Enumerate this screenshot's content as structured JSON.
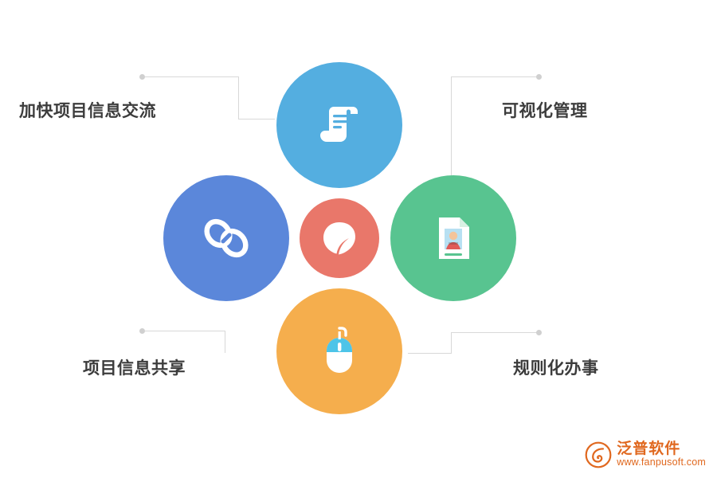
{
  "diagram": {
    "title": "",
    "nodes": [
      {
        "id": "scroll",
        "icon": "scroll-document-icon",
        "color": "#54aee0",
        "position": "top"
      },
      {
        "id": "link",
        "icon": "chain-link-icon",
        "color": "#5b87da",
        "position": "left"
      },
      {
        "id": "idcard",
        "icon": "id-card-icon",
        "color": "#58c490",
        "position": "right"
      },
      {
        "id": "mouse",
        "icon": "computer-mouse-icon",
        "color": "#f5ae4d",
        "position": "bottom"
      },
      {
        "id": "leaf",
        "icon": "leaf-shield-icon",
        "color": "#e9776a",
        "position": "center"
      }
    ],
    "labels": [
      {
        "id": "top-left",
        "text": "加快项目信息交流"
      },
      {
        "id": "top-right",
        "text": "可视化管理"
      },
      {
        "id": "bottom-left",
        "text": "项目信息共享"
      },
      {
        "id": "bottom-right",
        "text": "规则化办事"
      }
    ],
    "connector_color": "#d8d8d8"
  },
  "watermark": {
    "name": "泛普软件",
    "url": "www.fanpusoft.com",
    "color": "#e0681f",
    "logo": "fanpu-logo-icon"
  }
}
